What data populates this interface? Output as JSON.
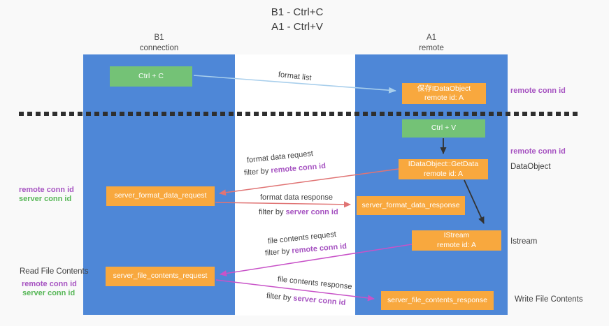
{
  "title": {
    "line1": "B1 - Ctrl+C",
    "line2": "A1 - Ctrl+V"
  },
  "columns": {
    "left": {
      "header_line1": "B1",
      "header_line2": "connection"
    },
    "right": {
      "header_line1": "A1",
      "header_line2": "remote"
    }
  },
  "nodes": {
    "ctrl_c": "Ctrl + C",
    "ctrl_v": "Ctrl + V",
    "save_idataobject_line1": "保存IDataObject",
    "save_idataobject_line2": "remote id: A",
    "getdata_line1": "IDataObject::GetData",
    "getdata_line2": "remote id: A",
    "istream_line1": "IStream",
    "istream_line2": "remote id: A",
    "server_format_data_request": "server_format_data_request",
    "server_format_data_response": "server_format_data_response",
    "server_file_contents_request": "server_file_contents_request",
    "server_file_contents_response": "server_file_contents_response"
  },
  "side_labels": {
    "top_right_remote": "remote conn id",
    "mid_right_remote": "remote conn id",
    "dataobject": "DataObject",
    "istream": "Istream",
    "write_file_contents": "Write File Contents",
    "left_remote_1": "remote conn id",
    "left_server_1": "server conn id",
    "read_file_contents": "Read File Contents",
    "left_remote_2": "remote conn id",
    "left_server_2": "server conn id"
  },
  "flow_labels": {
    "format_list": "format list",
    "format_data_request": "format data request",
    "format_data_request_filter_prefix": "filter by ",
    "format_data_request_filter_key": "remote conn id",
    "format_data_response": "format data response",
    "format_data_response_filter_prefix": "filter by ",
    "format_data_response_filter_key": "server conn id",
    "file_contents_request": "file contents request",
    "file_contents_request_filter_prefix": "filter by ",
    "file_contents_request_filter_key": "remote conn id",
    "file_contents_response": "file contents response",
    "file_contents_response_filter_prefix": "filter by ",
    "file_contents_response_filter_key": "server conn id"
  },
  "colors": {
    "column_blue": "#4e87d7",
    "node_green": "#74c276",
    "node_orange": "#f8a83e",
    "arrow_lightblue": "#a9cfec",
    "arrow_black": "#333333",
    "arrow_salmon": "#e07474",
    "arrow_magenta": "#c853c8",
    "divider_dark": "#2f2f2f",
    "label_purple": "#a653c1",
    "label_green": "#57b757"
  }
}
